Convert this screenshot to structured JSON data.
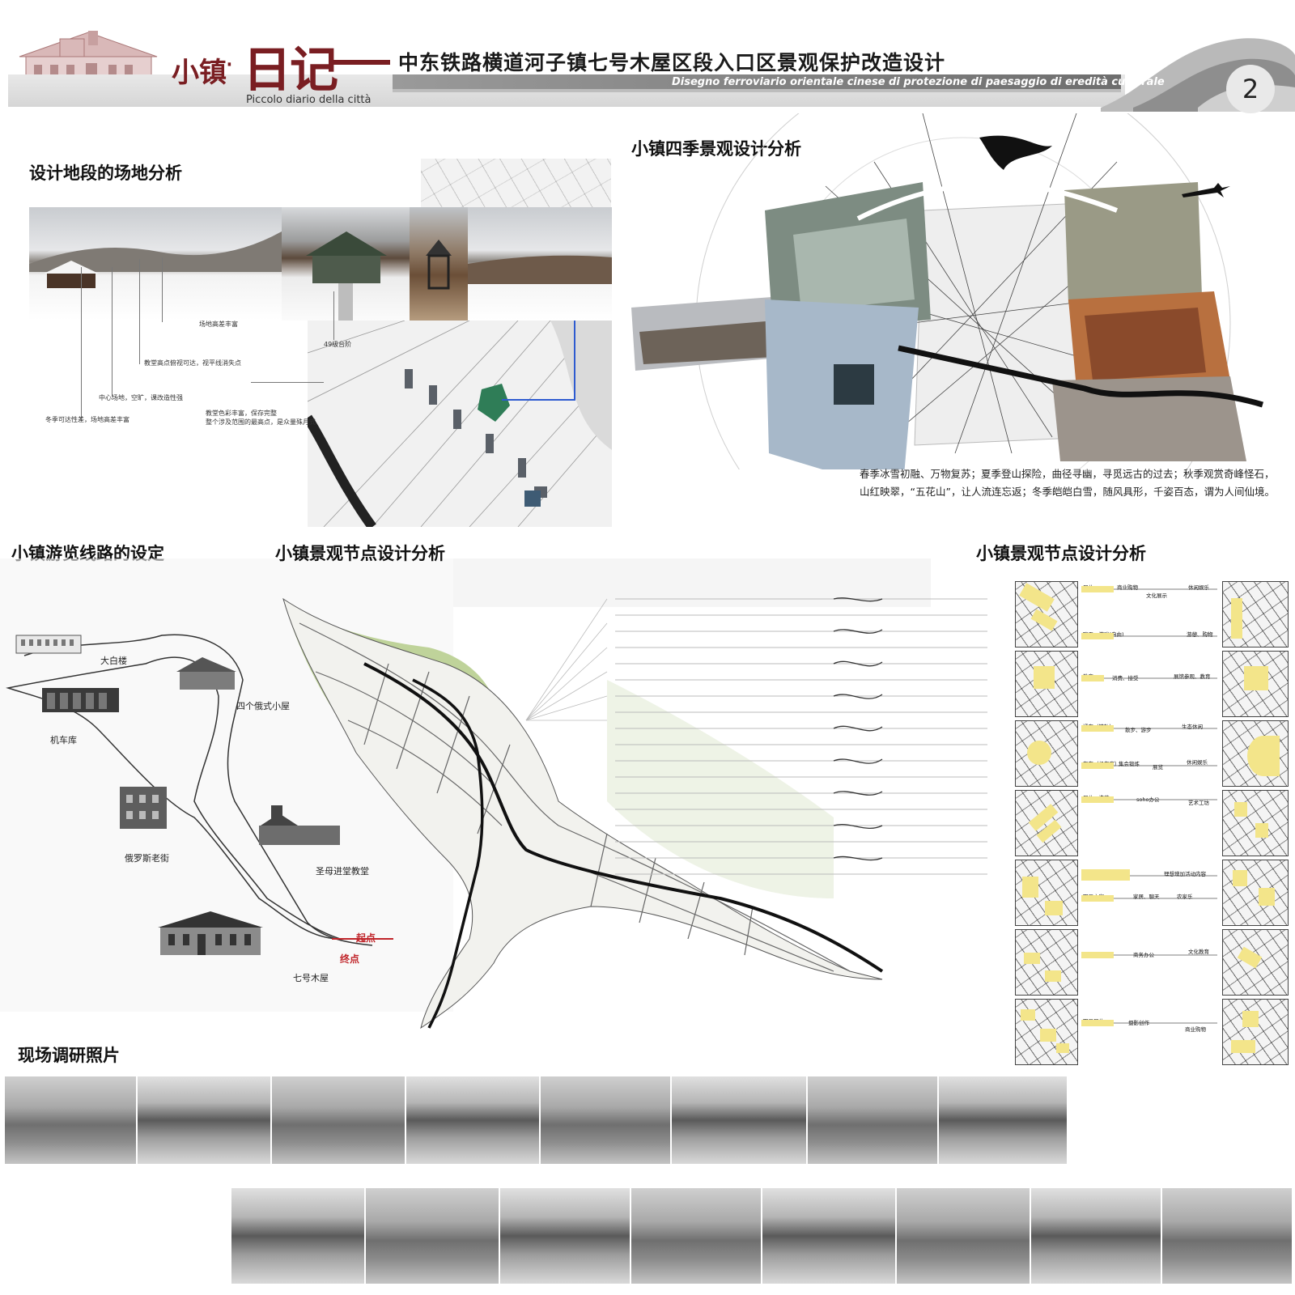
{
  "header": {
    "brand_small": "小镇",
    "brand_dot": "·",
    "brand_big": "日记",
    "title": "中东铁路横道河子镇七号木屋区段入口区景观保护改造设计",
    "italian": "Disegno ferroviario orientale cinese di protezione di paesaggio di eredità culturale",
    "subtitle": "Piccolo diario della città",
    "page_number": "2"
  },
  "site_analysis": {
    "title": "设计地段的场地分析",
    "annotations": [
      "场地高差丰富",
      "教堂高点俯视可达，视平线消失点",
      "中心场地，空旷，课改造性强",
      "冬季可达性差，场地高差丰富",
      "49级台阶",
      "教堂色彩丰富，保存完整",
      "整个涉及范围的最高点，是众量殊月式"
    ]
  },
  "seasons": {
    "title": "小镇四季景观设计分析",
    "text": "春季冰雪初融、万物复苏；夏季登山探险，曲径寻幽，寻觅远古的过去；秋季观赏奇峰怪石，山红映翠，“五花山”，让人流连忘返；冬季皑皑白雪，随风具形，千姿百态，谓为人间仙境。"
  },
  "tour_route": {
    "title": "小镇游览线路的设定",
    "buildings": [
      "大白楼",
      "四个俄式小屋",
      "机车库",
      "俄罗斯老街",
      "圣母进堂教堂",
      "七号木屋"
    ],
    "start_label": "起点",
    "end_label": "终点"
  },
  "node_analysis_center": {
    "title": "小镇景观节点设计分析"
  },
  "node_analysis_right": {
    "title": "小镇景观节点设计分析",
    "rows": [
      {
        "tags": [
          "居住",
          "商业购物",
          "文化展示",
          "休闲娱乐",
          "聊天、游戏(自由)",
          "游憩、购物"
        ]
      },
      {
        "tags": [
          "教育",
          "消费、接受",
          "展馆参观、教育"
        ]
      },
      {
        "tags": [
          "通车（铁轨）",
          "散步、游步",
          "生态休闲",
          "存车（机车库）",
          "集会锻炼",
          "展览",
          "休闲娱乐"
        ]
      },
      {
        "tags": [
          "居住、洗菜",
          "soho办公",
          "艺术工坊"
        ]
      },
      {
        "tags": [
          "理想增加活动内容",
          "职工之家",
          "家居、聊天",
          "农家乐"
        ]
      },
      {
        "tags": [
          "政府办公",
          "商务办公",
          "文化教育"
        ]
      },
      {
        "tags": [
          "职工居住",
          "摄影创作",
          "商业购物"
        ]
      }
    ]
  },
  "survey": {
    "title": "现场调研照片"
  },
  "colors": {
    "brand": "#7a1e22",
    "highlight_yellow": "#f3e58a",
    "route_red": "#c0252a",
    "map_green": "#a9c27a"
  }
}
